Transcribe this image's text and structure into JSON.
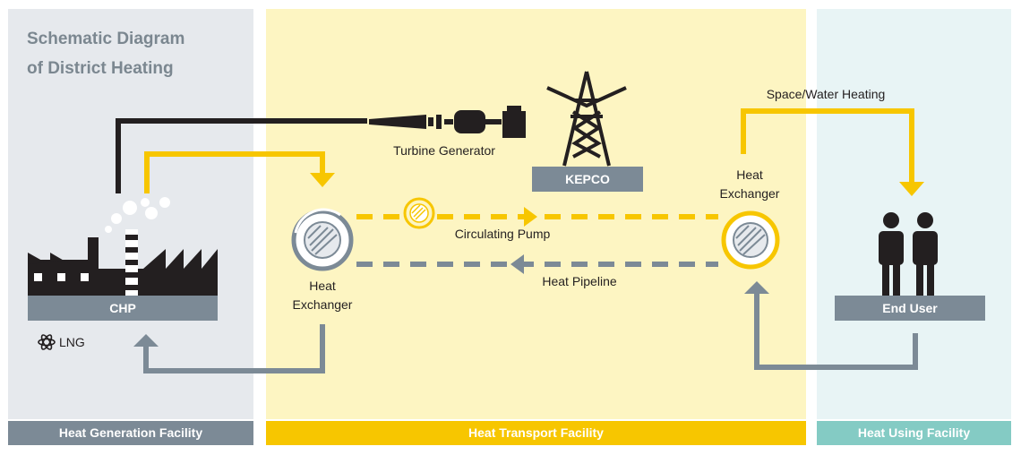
{
  "title": {
    "line1": "Schematic Diagram",
    "line2": "of District Heating"
  },
  "sections": {
    "generation": "Heat Generation Facility",
    "transport": "Heat Transport Facility",
    "using": "Heat Using Facility"
  },
  "nodes": {
    "chp": "CHP",
    "lng": "LNG",
    "turbine_generator": "Turbine Generator",
    "kepco": "KEPCO",
    "heat_exchanger_left_line1": "Heat",
    "heat_exchanger_left_line2": "Exchanger",
    "heat_exchanger_right_line1": "Heat",
    "heat_exchanger_right_line2": "Exchanger",
    "circulating_pump": "Circulating Pump",
    "heat_pipeline": "Heat Pipeline",
    "space_water_heating": "Space/Water Heating",
    "end_user": "End User"
  },
  "colors": {
    "yellow": "#f7c600",
    "gray_blue": "#7c8a96",
    "dark": "#231f20",
    "teal": "#84cbc4"
  }
}
